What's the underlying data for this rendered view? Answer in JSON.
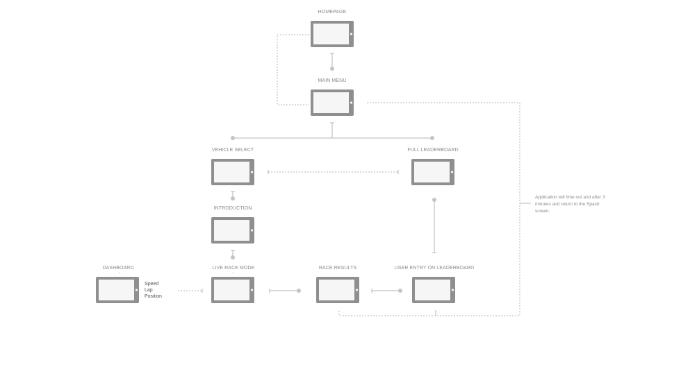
{
  "screens": {
    "homepage": "HOMEPAGE",
    "main_menu": "MAIN MENU",
    "vehicle_select": "VEHICLE SELECT",
    "full_leaderboard": "FULL LEADERBOARD",
    "introduction": "INTRODUCTION",
    "dashboard": "DASHBOARD",
    "live_race_mode": "LIVE RACE MODE",
    "race_results": "RACE RESULTS",
    "user_entry": "USER ENTRY ON LEADERBOARD"
  },
  "dashboard_items": [
    "Speed",
    "Lap",
    "Position"
  ],
  "timeout_note": [
    "Application will time out and after 3",
    "minutes and return to the  Spash",
    "screen."
  ]
}
